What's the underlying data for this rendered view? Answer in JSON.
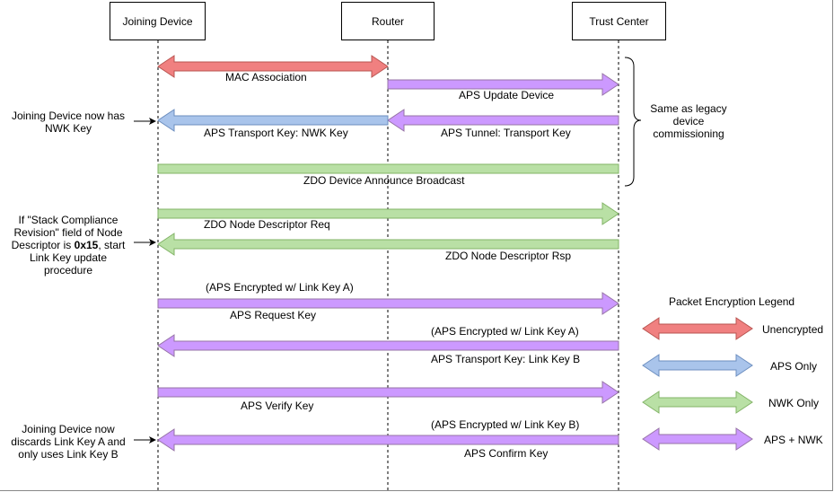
{
  "participants": [
    {
      "id": "jd",
      "label": "Joining Device"
    },
    {
      "id": "router",
      "label": "Router"
    },
    {
      "id": "tc",
      "label": "Trust Center"
    }
  ],
  "colors": {
    "unencrypted_fill": "#f08080",
    "unencrypted_stroke": "#b85450",
    "aps_fill": "#a9c4eb",
    "aps_stroke": "#6c8ebf",
    "nwk_fill": "#b9e0a5",
    "nwk_stroke": "#82b366",
    "apsnwk_fill": "#cc99ff",
    "apsnwk_stroke": "#9673a6"
  },
  "messages": [
    {
      "id": "mac-association",
      "label": "MAC Association",
      "enc": "unencrypted",
      "dir": "both",
      "from": "jd",
      "to": "router"
    },
    {
      "id": "aps-update-device",
      "label": "APS Update Device",
      "enc": "apsnwk",
      "dir": "right",
      "from": "router",
      "to": "tc"
    },
    {
      "id": "aps-tunnel-transport-key",
      "label": "APS Tunnel: Transport Key",
      "enc": "apsnwk",
      "dir": "left",
      "from": "router",
      "to": "tc"
    },
    {
      "id": "aps-transport-key-nwk-key",
      "label": "APS Transport Key: NWK Key",
      "enc": "aps",
      "dir": "left",
      "from": "jd",
      "to": "router"
    },
    {
      "id": "zdo-device-announce",
      "label": "ZDO Device Announce Broadcast",
      "enc": "nwk",
      "dir": "none",
      "from": "jd",
      "to": "tc"
    },
    {
      "id": "zdo-node-descriptor-req",
      "label": "ZDO Node Descriptor Req",
      "enc": "nwk",
      "dir": "right",
      "from": "jd",
      "to": "tc"
    },
    {
      "id": "zdo-node-descriptor-rsp",
      "label": "ZDO Node Descriptor Rsp",
      "enc": "nwk",
      "dir": "left",
      "from": "jd",
      "to": "tc"
    },
    {
      "id": "aps-request-key",
      "label": "APS Request Key",
      "sublabel": "(APS Encrypted w/ Link Key A)",
      "enc": "apsnwk",
      "dir": "right",
      "from": "jd",
      "to": "tc"
    },
    {
      "id": "aps-transport-key-link-key-b",
      "label": "APS Transport Key: Link Key B",
      "sublabel": "(APS Encrypted w/ Link Key A)",
      "enc": "apsnwk",
      "dir": "left",
      "from": "jd",
      "to": "tc"
    },
    {
      "id": "aps-verify-key",
      "label": "APS Verify Key",
      "enc": "apsnwk",
      "dir": "right",
      "from": "jd",
      "to": "tc"
    },
    {
      "id": "aps-confirm-key",
      "label": "APS Confirm Key",
      "sublabel": "(APS Encrypted w/ Link Key B)",
      "enc": "apsnwk",
      "dir": "left",
      "from": "jd",
      "to": "tc"
    }
  ],
  "notes": {
    "nwk_key": {
      "lines": [
        "Joining Device now has",
        "NWK Key"
      ]
    },
    "stack_compliance": {
      "line1": "If \"Stack Compliance",
      "line2": "Revision\" field of Node",
      "line3_pre": "Descriptor is ",
      "line3_bold": "0x15",
      "line3_post": ", start",
      "line4": "Link Key update",
      "line5": "procedure"
    },
    "discards": {
      "lines": [
        "Joining Device now",
        "discards Link Key A and",
        "only uses Link Key B"
      ]
    },
    "legacy": {
      "lines": [
        "Same as legacy",
        "device",
        "commissioning"
      ]
    }
  },
  "legend": {
    "title": "Packet Encryption Legend",
    "items": [
      {
        "label": "Unencrypted",
        "enc": "unencrypted"
      },
      {
        "label": "APS Only",
        "enc": "aps"
      },
      {
        "label": "NWK Only",
        "enc": "nwk"
      },
      {
        "label": "APS + NWK",
        "enc": "apsnwk"
      }
    ]
  }
}
